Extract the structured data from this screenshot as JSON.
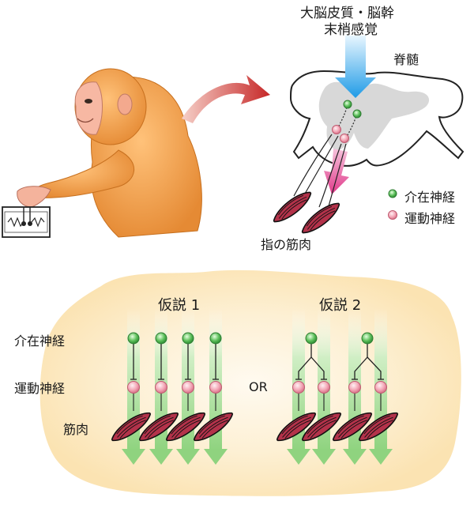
{
  "top": {
    "cortex_line1": "大脳皮質・脳幹",
    "cortex_line2": "末梢感覚",
    "spinal_cord": "脊髄",
    "finger_muscle": "指の筋肉",
    "legend": {
      "interneuron": "介在神経",
      "motoneuron": "運動神経"
    }
  },
  "bottom": {
    "hypothesis1": "仮説 1",
    "hypothesis2": "仮説 2",
    "or": "OR",
    "row_interneuron": "介在神経",
    "row_motoneuron": "運動神経",
    "row_muscle": "筋肉"
  },
  "colors": {
    "interneuron": "#4caf50",
    "motoneuron": "#f2a0b0",
    "descending_arrow": "#1f9be6",
    "output_arrow": "#e0398a",
    "curved_arrow": "#c62828",
    "monkey": "#f0a050",
    "glow": "#fbe3b2",
    "green_arrow": "#9ad88a",
    "muscle": "#b3324a"
  }
}
